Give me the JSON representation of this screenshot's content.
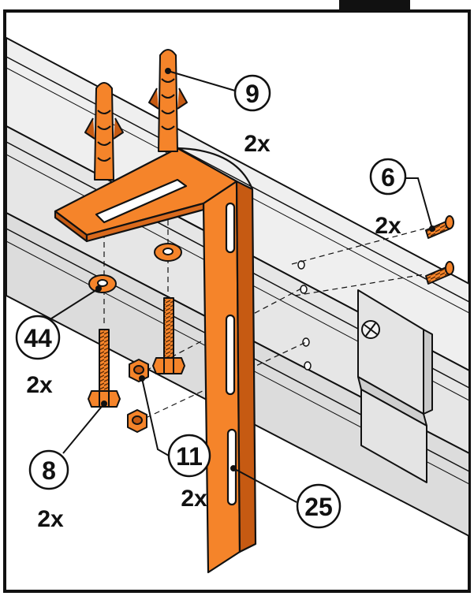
{
  "colors": {
    "orange": "#f5842a",
    "orange_dark": "#c65a12",
    "rail": "#ececec",
    "rail_dark": "#d2d2d2",
    "outline": "#111111",
    "border": "#111111"
  },
  "callouts": [
    {
      "id": "9",
      "label": "9",
      "qty": "2x"
    },
    {
      "id": "6",
      "label": "6",
      "qty": "2x"
    },
    {
      "id": "44",
      "label": "44",
      "qty": "2x"
    },
    {
      "id": "8",
      "label": "8",
      "qty": "2x"
    },
    {
      "id": "11",
      "label": "11",
      "qty": ""
    },
    {
      "id": "25",
      "label": "25",
      "qty": "2x"
    }
  ]
}
